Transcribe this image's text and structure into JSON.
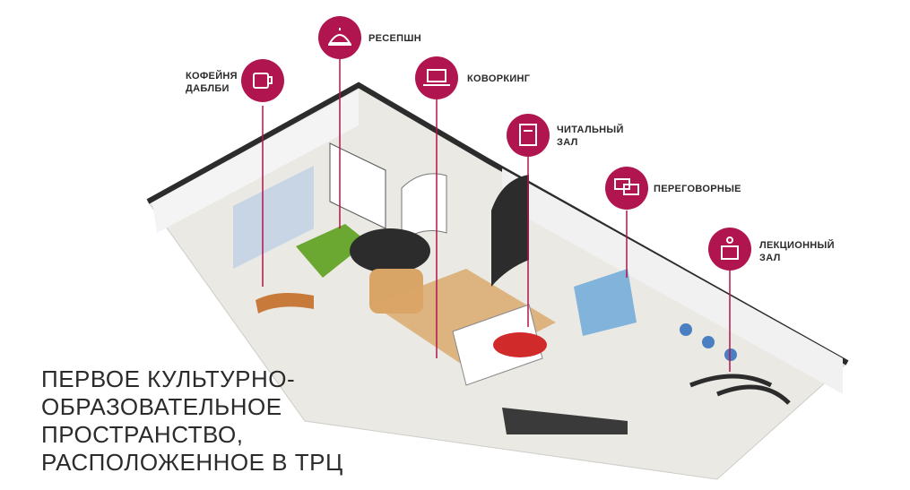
{
  "zones": [
    {
      "id": "cafe",
      "icon": "coffee-cup-icon",
      "label_lines": [
        "КОФЕЙНЯ",
        "ДАБЛБИ"
      ]
    },
    {
      "id": "reception",
      "icon": "reception-bell-icon",
      "label_lines": [
        "РЕСЕПШН"
      ]
    },
    {
      "id": "coworking",
      "icon": "laptop-icon",
      "label_lines": [
        "КОВОРКИНГ"
      ]
    },
    {
      "id": "reading",
      "icon": "book-icon",
      "label_lines": [
        "ЧИТАЛЬНЫЙ",
        "ЗАЛ"
      ]
    },
    {
      "id": "meeting",
      "icon": "speech-bubbles-icon",
      "label_lines": [
        "ПЕРЕГОВОРНЫЕ"
      ]
    },
    {
      "id": "lecture",
      "icon": "lectern-icon",
      "label_lines": [
        "ЛЕКЦИОННЫЙ",
        "ЗАЛ"
      ]
    }
  ],
  "headline_lines": [
    "ПЕРВОЕ КУЛЬТУРНО-",
    "ОБРАЗОВАТЕЛЬНОЕ",
    "ПРОСТРАНСТВО,",
    "РАСПОЛОЖЕННОЕ В ТРЦ"
  ],
  "colors": {
    "marker": "#b0154f",
    "accent_red": "#d12a2a",
    "grass": "#6aa832",
    "wood": "#d9a566",
    "wall": "#2c2c2c",
    "floor": "#ebe9e4"
  }
}
